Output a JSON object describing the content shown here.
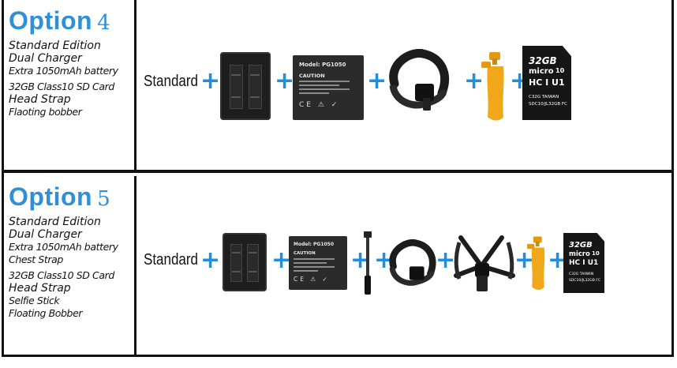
{
  "options": [
    {
      "title_word": "Option",
      "title_num": "4",
      "features": [
        "Standard Edition",
        "Dual Charger",
        "Extra 1050mAh battery",
        "32GB Class10 SD Card",
        "Head Strap",
        "Flaoting bobber"
      ],
      "standard_label": "Standard",
      "items": [
        "charger-icon",
        "battery-icon",
        "head-strap-icon",
        "floating-bobber-icon",
        "sd-card-icon"
      ]
    },
    {
      "title_word": "Option",
      "title_num": "5",
      "features": [
        "Standard Edition",
        "Dual Charger",
        "Extra 1050mAh battery",
        "Chest Strap",
        "32GB Class10 SD Card",
        "Head Strap",
        "Selfie Stick",
        "Floating Bobber"
      ],
      "standard_label": "Standard",
      "items": [
        "charger-icon",
        "battery-icon",
        "selfie-stick-icon",
        "head-strap-icon",
        "chest-strap-icon",
        "floating-bobber-icon",
        "sd-card-icon"
      ]
    }
  ],
  "plus_symbol": "+",
  "battery": {
    "model": "Model: PG1050",
    "caution": "CAUTION",
    "marks": "CE ⚠ ✓"
  },
  "sd_card": {
    "capacity": "32GB",
    "micro": "micro",
    "class": "10",
    "hc": "HC I U1",
    "line1": "C32G TAIWAN",
    "line2": "SDC10/JL32GB FC"
  },
  "colors": {
    "title_blue": "#2f8fd8",
    "plus_blue": "#1c8fe0",
    "bobber_yellow": "#f0a81a",
    "border": "#111111"
  }
}
